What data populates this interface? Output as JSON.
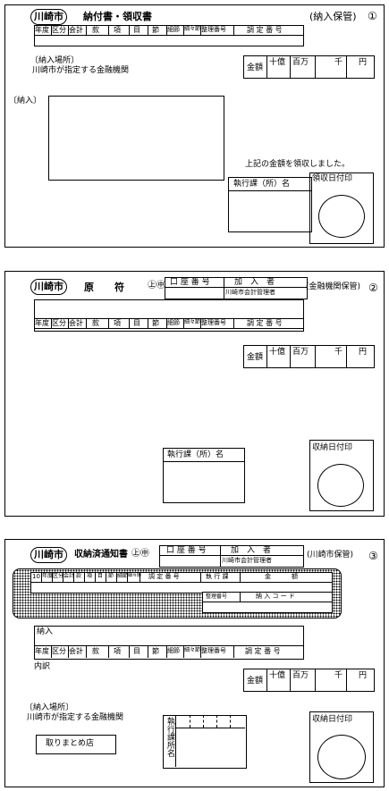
{
  "city": "川崎市",
  "header_cols": [
    "年度",
    "区分",
    "会計",
    "款",
    "項",
    "目",
    "節",
    "細節",
    "細々節",
    "整理番号",
    "調 定 番 号"
  ],
  "amount": {
    "label": "金額",
    "units": [
      "十億",
      "百万",
      "千",
      "円"
    ]
  },
  "slip1": {
    "title": "納付書・領収書",
    "copy": "(納入保管)",
    "num": "①",
    "place_label": "〔納入場所〕",
    "place_text": "川崎市が指定する金融機関",
    "payer_label": "〔納入〕",
    "received": "上記の金額を領収しました。",
    "dept": "執行課（所）名",
    "stamp": "領収日付印"
  },
  "slip2": {
    "title": "原　符",
    "symbols": "㊤㊥",
    "acct_label": "口 座 番 号",
    "sub_label": "加　入　者",
    "sub_value": "川崎市会計管理者",
    "copy": "(金融機関保管)",
    "num": "②",
    "dept": "執行課（所）名",
    "stamp": "収納日付印"
  },
  "slip3": {
    "title": "収納済通知書",
    "symbols": "㊤㊥",
    "acct_label": "口 座 番 号",
    "sub_label": "加　入　者",
    "sub_value": "川崎市会計管理者",
    "copy": "(川崎市保管)",
    "num": "③",
    "ocr_cols": [
      "10",
      "年度",
      "区分",
      "会計",
      "款",
      "項",
      "目",
      "節",
      "細節",
      "細々節",
      "調 定 番 号",
      "執 行 課",
      "金",
      "額"
    ],
    "ocr_cols2": [
      "整理番号",
      "納 入 コ ー ド"
    ],
    "payer_label": "納入",
    "breakdown": "内訳",
    "place_label": "〔納入場所〕",
    "place_text": "川崎市が指定する金融機関",
    "agg": "取りまとめ店",
    "dept_v": "執行課所名",
    "stamp": "収納日付印"
  }
}
